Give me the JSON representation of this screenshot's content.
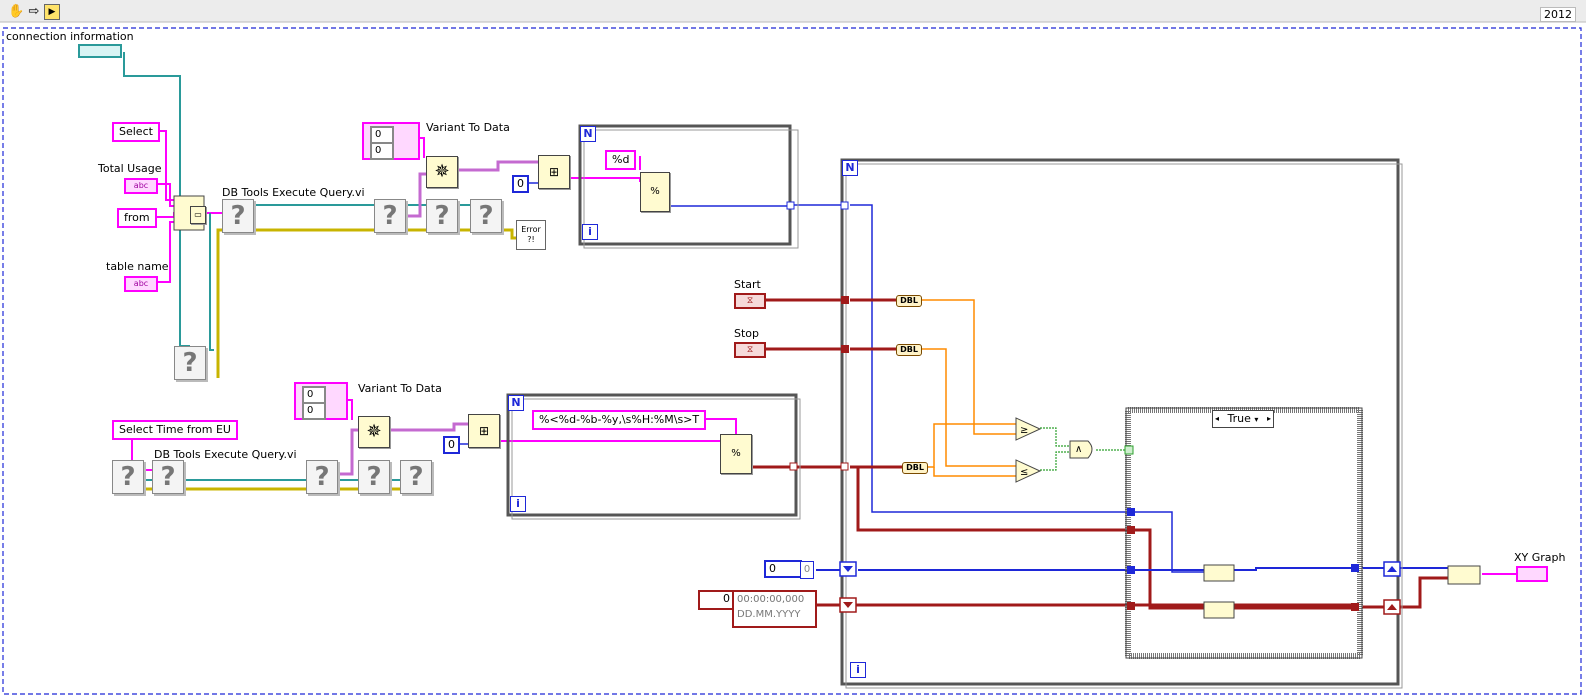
{
  "toolbar": {
    "year": "2012",
    "icons": [
      "hand-icon",
      "arrow-right-icon",
      "run-icon"
    ]
  },
  "labels": {
    "connection_information": "connection information",
    "total_usage": "Total Usage",
    "table_name": "table name",
    "db_tools_execute_query_1": "DB Tools Execute Query.vi",
    "db_tools_execute_query_2": "DB Tools Execute Query.vi",
    "variant_to_data_1": "Variant To Data",
    "variant_to_data_2": "Variant To Data",
    "start": "Start",
    "stop": "Stop",
    "xy_graph": "XY Graph"
  },
  "constants": {
    "select": "Select",
    "from": "from",
    "select_time_from_eu": "Select Time from EU",
    "format_d": "%d",
    "time_format": "%<%d-%b-%y,\\s%H:%M\\s>T",
    "zero": "0",
    "time_value": "00:00:00,000",
    "date_value": "DD.MM.YYYY",
    "dbl": "DBL",
    "case_true": "True",
    "loop_n": "N",
    "loop_i": "i",
    "error_text": "Error ?!",
    "abc": "abc",
    "and_symbol": "∧"
  },
  "colors": {
    "string_wire": "#ff00ff",
    "int_wire": "#1e28d8",
    "timestamp_wire": "#a01a1a",
    "bool_wire": "#2ea02e",
    "dbl_wire": "#ff8c00",
    "cluster_wire": "#2a9a9a",
    "error_wire": "#c8b400"
  }
}
